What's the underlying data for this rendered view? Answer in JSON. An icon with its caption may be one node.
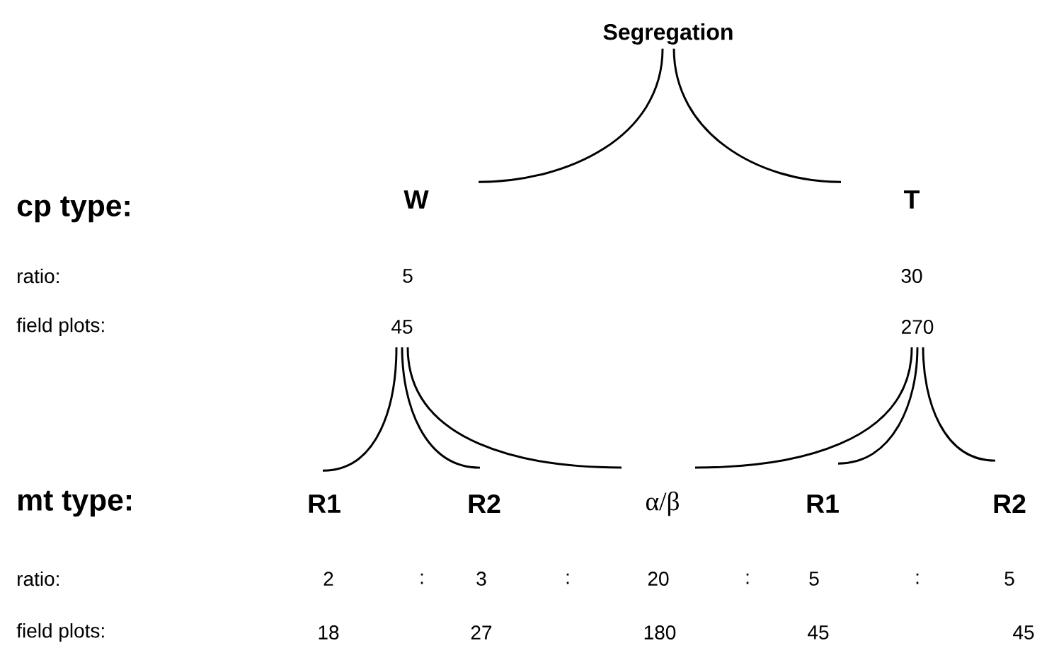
{
  "diagram": {
    "nodes": [
      {
        "text": [
          "Segregation"
        ]
      },
      {
        "text": [
          "W"
        ],
        "beside": [
          "5",
          "45"
        ]
      },
      {
        "text": [
          "T"
        ],
        "beside": [
          "30",
          "270"
        ]
      },
      {
        "text": [
          "R1"
        ]
      },
      {
        "text": [
          "R2"
        ]
      },
      {
        "text": [
          "α/β"
        ]
      },
      {
        "text": [
          "R1"
        ]
      },
      {
        "text": [
          "R2"
        ]
      }
    ],
    "edges": [
      {
        "from": 0,
        "to": 1,
        "arrow": "none"
      },
      {
        "from": 0,
        "to": 2,
        "arrow": "none"
      },
      {
        "from": 1,
        "to": 3,
        "arrow": "none"
      },
      {
        "from": 1,
        "to": 4,
        "arrow": "none"
      },
      {
        "from": 1,
        "to": 5,
        "arrow": "none"
      },
      {
        "from": 2,
        "to": 5,
        "arrow": "none"
      },
      {
        "from": 2,
        "to": 6,
        "arrow": "none"
      },
      {
        "from": 2,
        "to": 7,
        "arrow": "none"
      }
    ],
    "labels": [
      "cp type:",
      "ratio:",
      "field plots:",
      "mt type:",
      "ratio:",
      "2",
      ":",
      "3",
      ":",
      "20",
      ":",
      "5",
      ":",
      "5",
      "field plots:",
      "18",
      "27",
      "180",
      "45",
      "45"
    ]
  }
}
